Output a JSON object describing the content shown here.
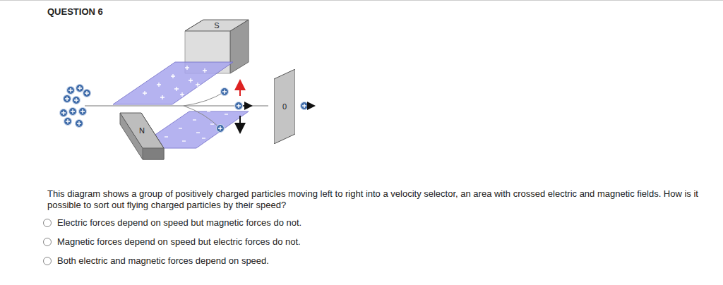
{
  "diagram": {
    "title": "QUESTION 6",
    "nodes": [
      {
        "text": [
          "S"
        ]
      },
      {
        "text": [
          "N"
        ]
      },
      {
        "text": [
          "0"
        ]
      }
    ],
    "labels": [
      "This diagram shows a group of positively charged particles moving left to right into a velocity selector, an area with crossed electric and magnetic fields.  How is it possible to sort out flying charged particles by their speed?",
      "Electric forces depend on speed but magnetic forces do not.",
      "Magnetic forces depend on speed but electric forces do not.",
      "Both electric and magnetic forces depend on speed."
    ]
  }
}
